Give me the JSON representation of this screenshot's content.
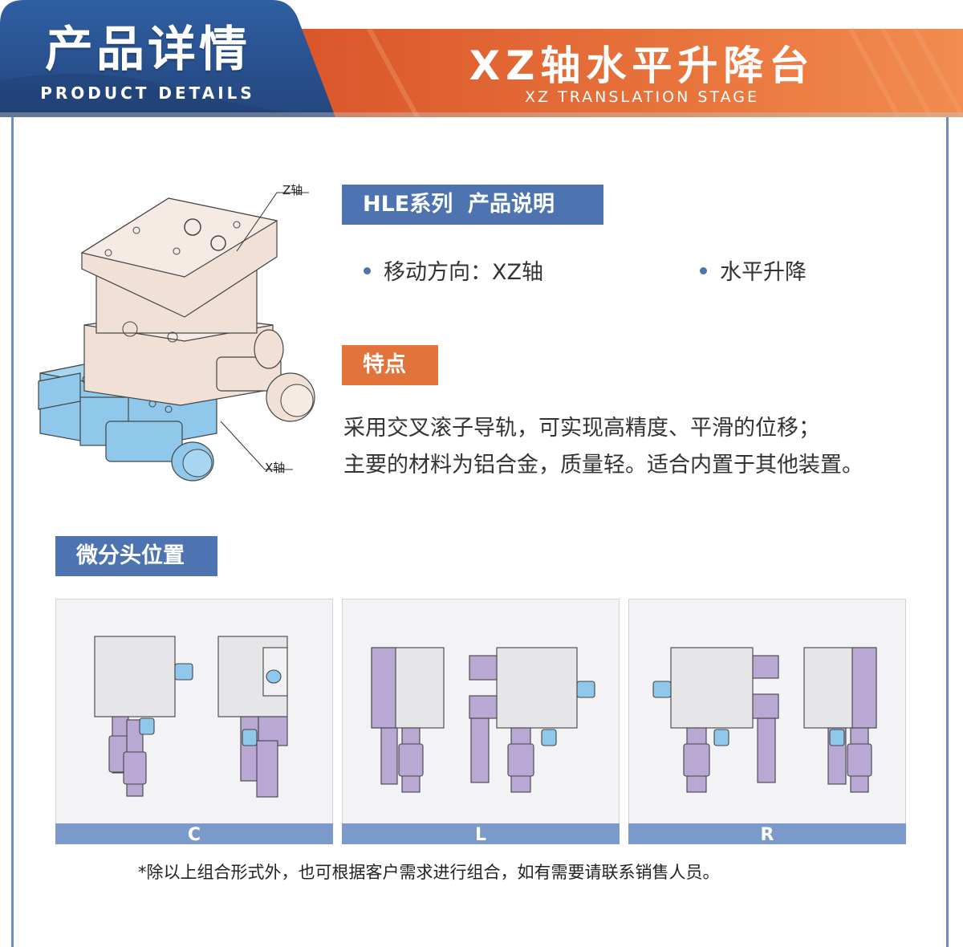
{
  "banner": {
    "left_title": "产品详情",
    "left_subtitle": "PRODUCT DETAILS",
    "right_title": "XZ轴水平升降台",
    "right_subtitle": "XZ TRANSLATION STAGE"
  },
  "product_image": {
    "callout_z": "Z轴",
    "callout_x": "X轴"
  },
  "description": {
    "heading": "HLE系列  产品说明",
    "bullets": [
      "移动方向：XZ轴",
      "水平升降"
    ]
  },
  "features": {
    "heading": "特点",
    "lines": [
      "采用交叉滚子导轨，可实现高精度、平滑的位移；",
      "主要的材料为铝合金，质量轻。适合内置于其他装置。"
    ]
  },
  "positions": {
    "heading": "微分头位置",
    "panels": [
      {
        "label": "C"
      },
      {
        "label": "L"
      },
      {
        "label": "R"
      }
    ]
  },
  "footnote": "*除以上组合形式外，也可根据客户需求进行组合，如有需要请联系销售人员。",
  "colors": {
    "blue": "#4d74b0",
    "orange": "#e2733a",
    "stage_top": "#f1e0d6",
    "stage_base": "#8fc8ea",
    "micrometer": "#b9a8d4"
  }
}
